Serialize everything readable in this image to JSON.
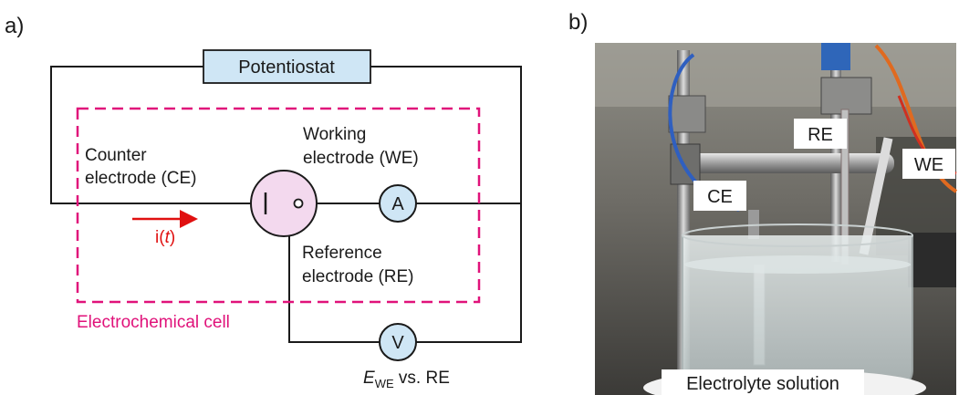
{
  "panel_a": {
    "label": "a)",
    "potentiostat": "Potentiostat",
    "counter_electrode": [
      "Counter",
      "electrode (CE)"
    ],
    "working_electrode": [
      "Working",
      "electrode (WE)"
    ],
    "reference_electrode": [
      "Reference",
      "electrode (RE)"
    ],
    "current_label": {
      "prefix": "i(",
      "var": "t",
      "suffix": ")"
    },
    "ammeter": "A",
    "voltmeter": "V",
    "potential_label": {
      "symbol": "E",
      "subscript": "WE",
      "rest": " vs. RE"
    },
    "cell_caption": "Electrochemical cell",
    "colors": {
      "box_fill": "#cfe6f5",
      "cell_border": "#e0127a",
      "arrow": "#e01010",
      "meter_fill": "#cfe6f5"
    }
  },
  "panel_b": {
    "label": "b)",
    "tags": {
      "re": "RE",
      "ce": "CE",
      "we": "WE",
      "solution": "Electrolyte solution"
    }
  }
}
